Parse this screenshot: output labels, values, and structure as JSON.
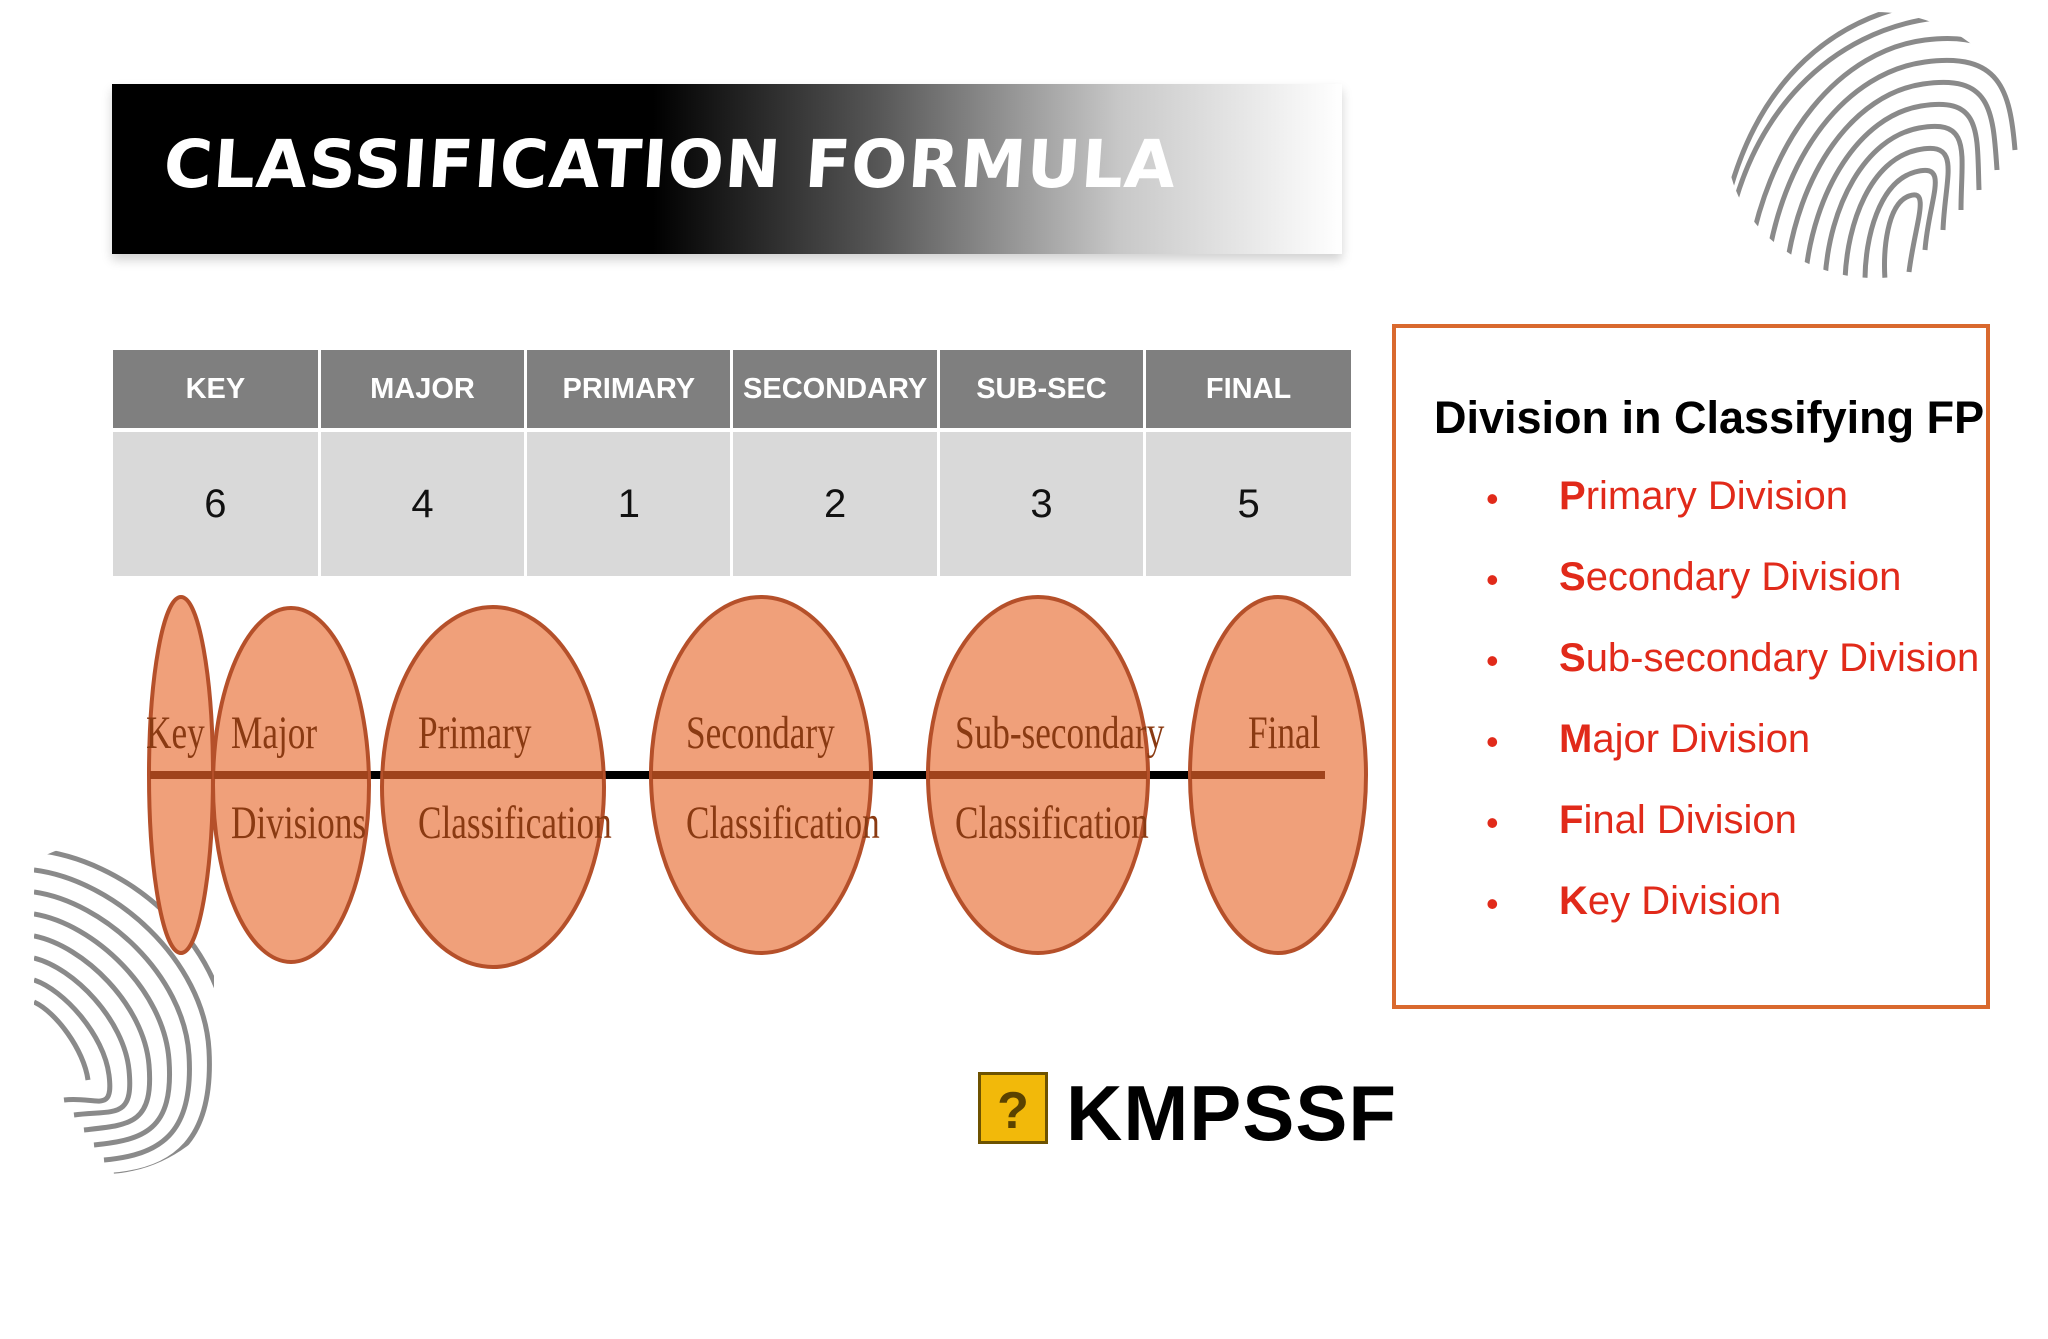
{
  "title": "CLASSIFICATION FORMULA",
  "table": {
    "headers": [
      "KEY",
      "MAJOR",
      "PRIMARY",
      "SECONDARY",
      "SUB-SEC",
      "FINAL"
    ],
    "values": [
      "6",
      "4",
      "1",
      "2",
      "3",
      "5"
    ]
  },
  "ovals": [
    {
      "line1": "Key",
      "line2": ""
    },
    {
      "line1": "Major",
      "line2": "Divisions"
    },
    {
      "line1": "Primary",
      "line2": "Classification"
    },
    {
      "line1": "Secondary",
      "line2": "Classification"
    },
    {
      "line1": "Sub-secondary",
      "line2": "Classification"
    },
    {
      "line1": "Final",
      "line2": ""
    }
  ],
  "panel": {
    "title": "Division in Classifying FP",
    "bullet": "•",
    "items": [
      {
        "initial": "P",
        "rest": "rimary Division"
      },
      {
        "initial": "S",
        "rest": "econdary Division"
      },
      {
        "initial": "S",
        "rest": "ub-secondary Division"
      },
      {
        "initial": "M",
        "rest": "ajor Division"
      },
      {
        "initial": "F",
        "rest": "inal Division"
      },
      {
        "initial": "K",
        "rest": "ey Division"
      }
    ]
  },
  "logo": {
    "icon_glyph": "?",
    "text": "KMPSSF"
  },
  "colors": {
    "oval_fill": "#f0a07a",
    "oval_stroke": "#b5502a",
    "accent_red": "#e12a1a",
    "panel_border": "#d9692e",
    "header_gray": "#7f7f7f",
    "cell_gray": "#d9d9d9"
  },
  "icons": [
    "fingerprint-icon",
    "question-block-icon"
  ]
}
